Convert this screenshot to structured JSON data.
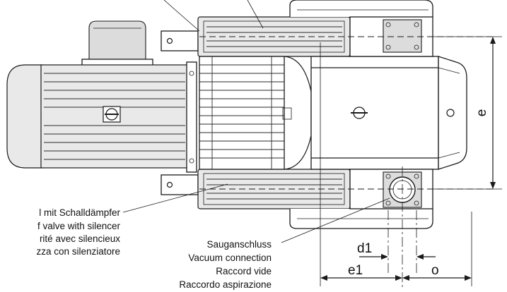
{
  "labels": {
    "suction": {
      "de": "Sauganschluss",
      "en": "Vacuum connection",
      "fr": "Raccord vide",
      "it": "Raccordo aspirazione"
    },
    "relief_valve": {
      "de": "l mit Schalldämpfer",
      "en": "f valve with silencer",
      "fr": "rité avec silencieux",
      "it": "zza con silenziatore"
    }
  },
  "dimensions": {
    "e": "e",
    "d1": "d1",
    "e1": "e1",
    "o": "o"
  },
  "colors": {
    "line": "#1a1a1a",
    "shade": "#e9e9e9"
  }
}
